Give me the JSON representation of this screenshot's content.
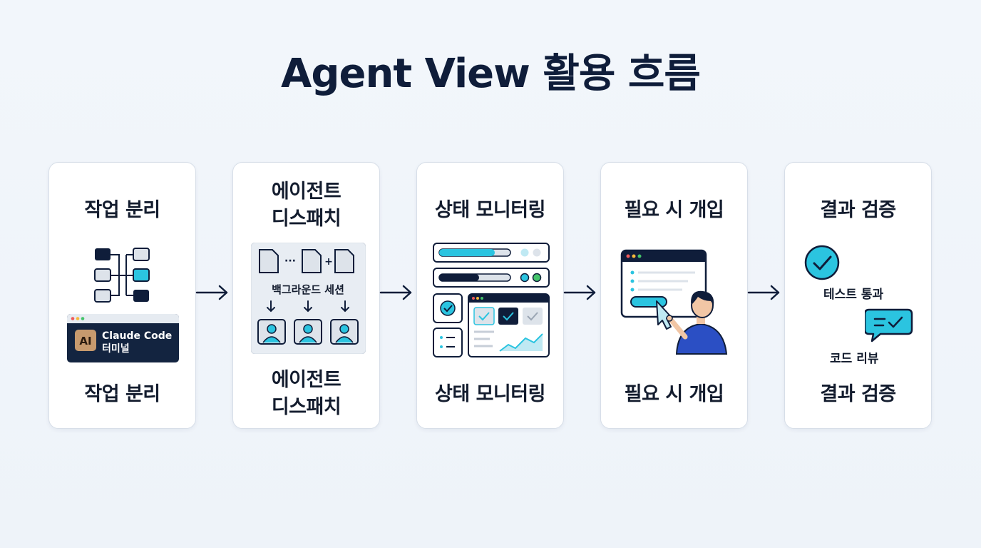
{
  "title": "Agent View 활용 흐름",
  "steps": [
    {
      "top": "작업 분리",
      "bottom": "작업 분리",
      "terminal_title": "Claude Code",
      "terminal_sub": "터미널"
    },
    {
      "top": [
        "에이전트",
        "디스패치"
      ],
      "bottom": [
        "에이전트",
        "디스패치"
      ],
      "label": "백그라운드 세션",
      "ellipsis": "···",
      "plus": "+"
    },
    {
      "top": "상태 모니터링",
      "bottom": "상태 모니터링"
    },
    {
      "top": "필요 시 개입",
      "bottom": "필요 시 개입"
    },
    {
      "top": "결과 검증",
      "bottom": "결과 검증",
      "test_label": "테스트 통과",
      "review_label": "코드 리뷰"
    }
  ],
  "colors": {
    "navy": "#0f1d3a",
    "cyan": "#2bc4e0",
    "light_gray": "#dde3ea",
    "logo": "#c79a6e"
  }
}
